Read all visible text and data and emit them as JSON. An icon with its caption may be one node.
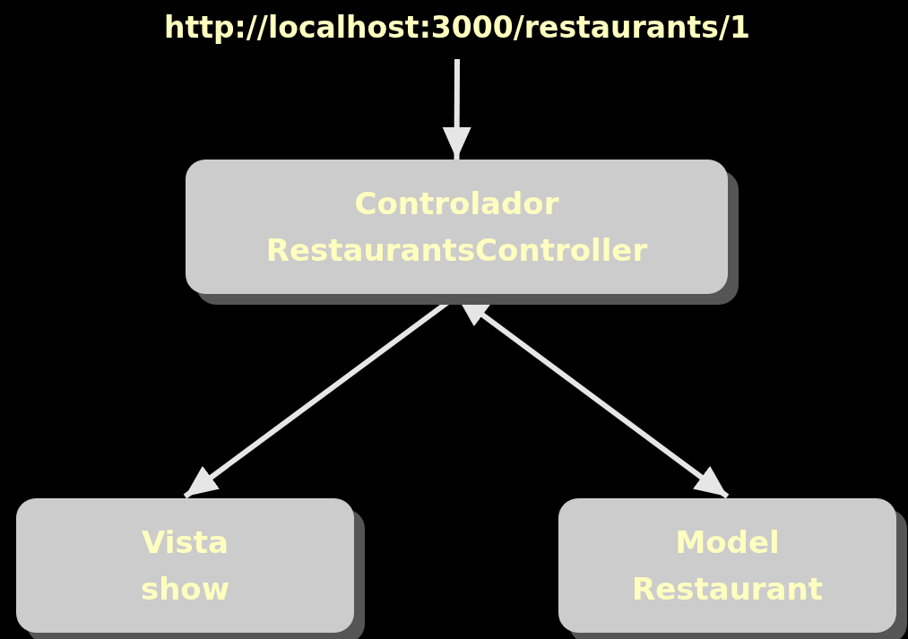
{
  "diagram": {
    "nodes": [
      {
        "text": [
          "http://localhost:3000/restaurants/1"
        ]
      },
      {
        "text": [
          "Controlador",
          "RestaurantsController"
        ]
      },
      {
        "text": [
          "Vista",
          "show"
        ]
      },
      {
        "text": [
          "Model",
          "Restaurant"
        ]
      }
    ],
    "edges": [
      {
        "from": 0,
        "to": 1,
        "arrow": "to"
      },
      {
        "from": 1,
        "to": 2,
        "arrow": "to"
      },
      {
        "from": 1,
        "to": 3,
        "arrow": "both"
      }
    ]
  }
}
